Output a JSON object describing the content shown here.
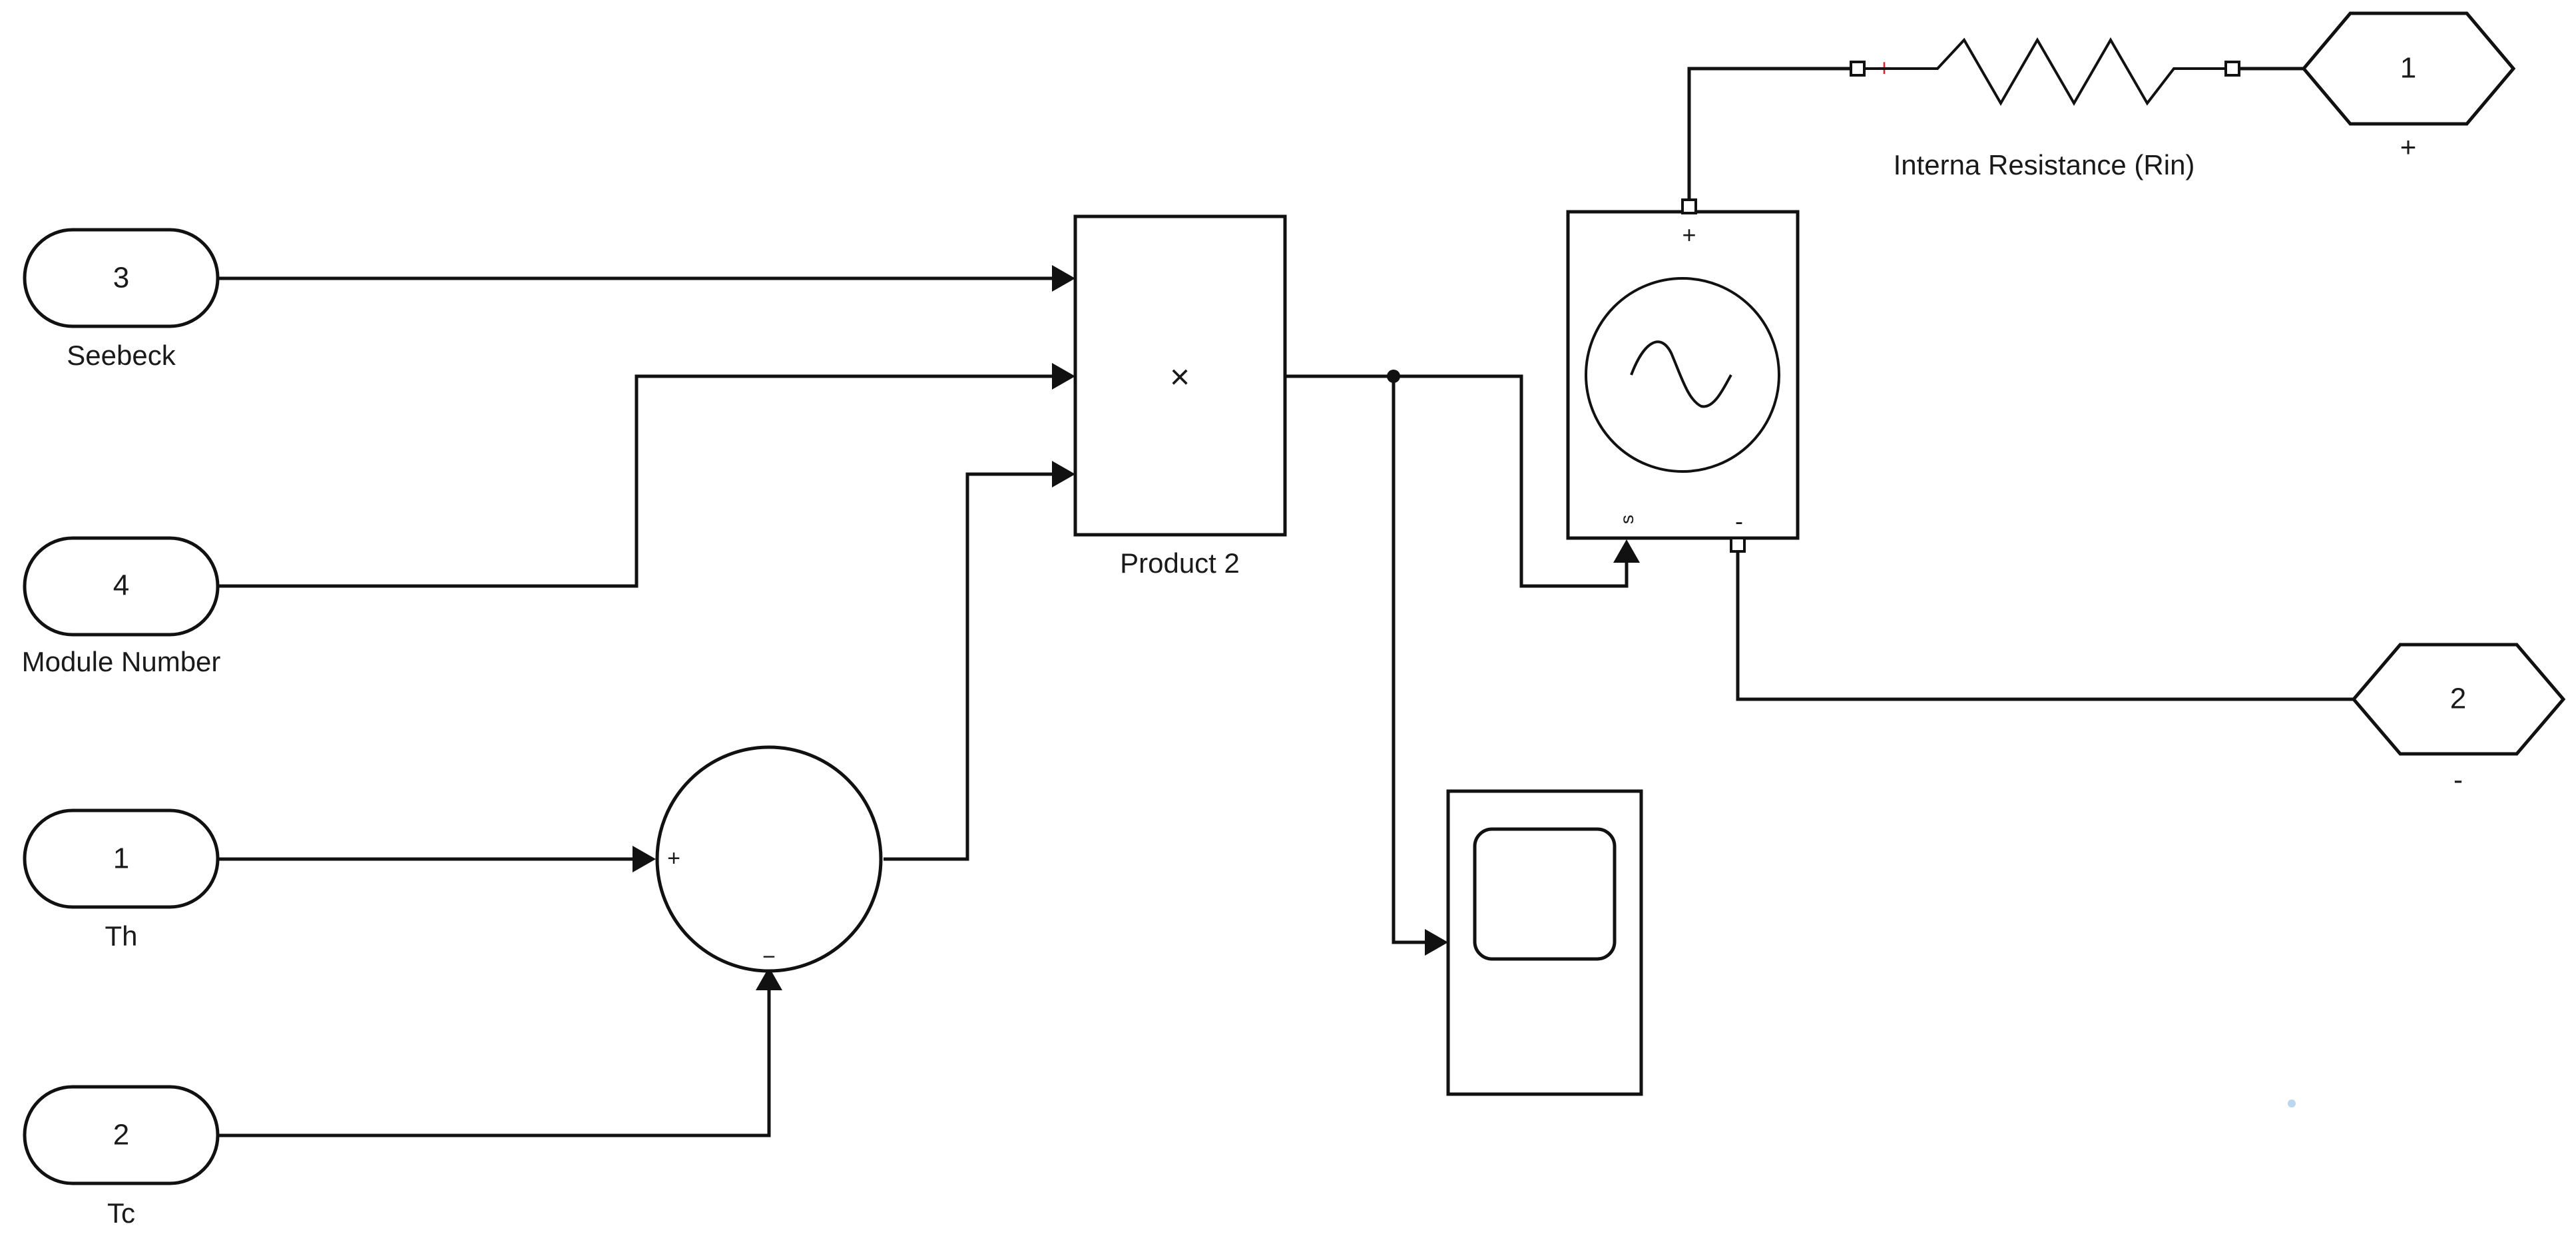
{
  "inports": [
    {
      "number": "3",
      "label": "Seebeck"
    },
    {
      "number": "4",
      "label": "Module Number"
    },
    {
      "number": "1",
      "label": "Th"
    },
    {
      "number": "2",
      "label": "Tc"
    }
  ],
  "outports": [
    {
      "number": "1",
      "label": "+"
    },
    {
      "number": "2",
      "label": "-"
    }
  ],
  "product": {
    "symbol": "×",
    "label": "Product 2"
  },
  "sum": {
    "plus_sign": "+",
    "minus_sign": "−"
  },
  "source": {
    "plus_sign": "+",
    "minus_sign": "-",
    "signal_port": "s"
  },
  "resistor": {
    "label": "Interna Resistance (Rin)"
  },
  "scope": {
    "icon": "scope-icon"
  },
  "colors": {
    "line": "#111111",
    "polarity_marker": "#d62728",
    "background": "#ffffff"
  }
}
